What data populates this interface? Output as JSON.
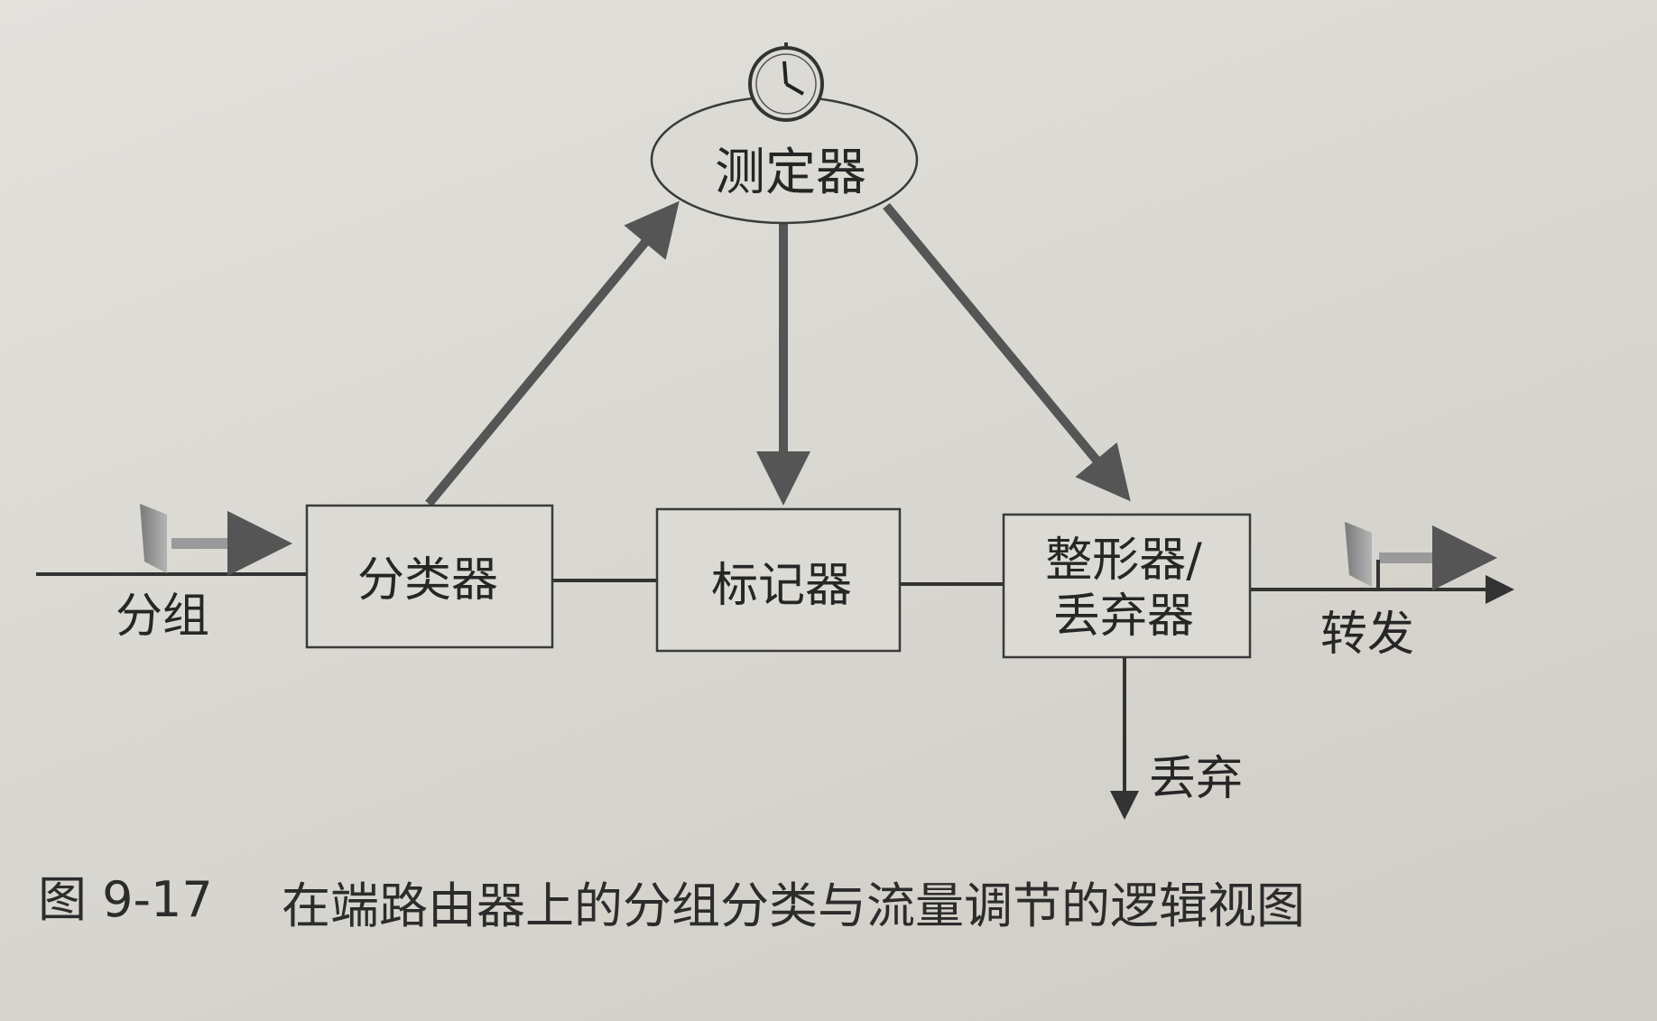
{
  "nodes": {
    "meter": "测定器",
    "classifier": "分类器",
    "marker": "标记器",
    "shaper_line1": "整形器/",
    "shaper_line2": "丢弃器"
  },
  "labels": {
    "packets": "分组",
    "forward": "转发",
    "drop": "丢弃"
  },
  "caption": {
    "number": "图 9-17",
    "text": "在端路由器上的分组分类与流量调节的逻辑视图"
  },
  "icons": [
    "clock-icon",
    "packet-icon"
  ],
  "colors": {
    "background": "#d9d7d1",
    "lines": "#333333",
    "arrows": "#555555"
  }
}
